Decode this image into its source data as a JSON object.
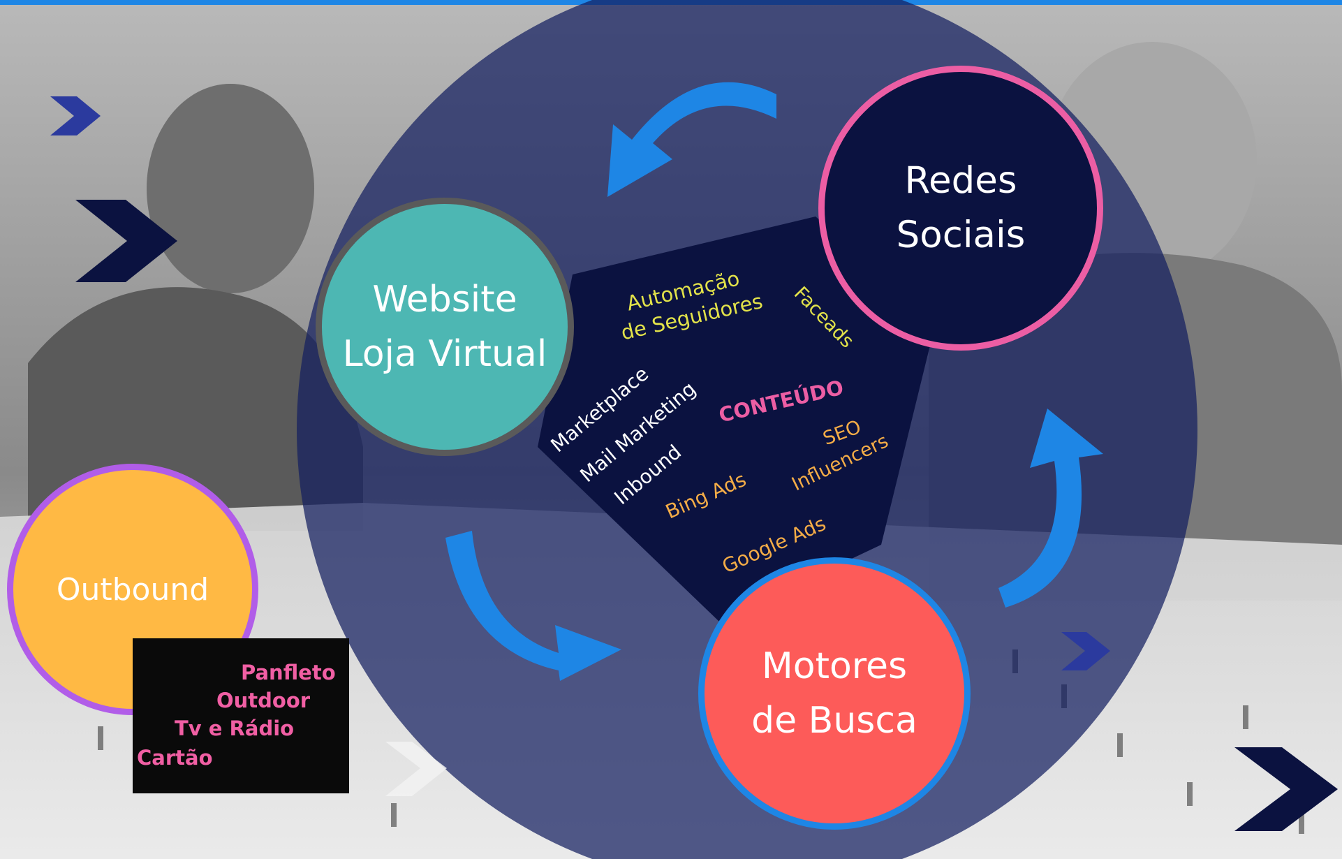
{
  "colors": {
    "accent_blue": "#1e86e5",
    "navy": "#0b1240",
    "teal": "#4db7b3",
    "orange": "#ffb944",
    "coral": "#fd5b59",
    "pink": "#f15fa4",
    "purple": "#b15de8",
    "yellow": "#e2e24a",
    "amber": "#f4ac47"
  },
  "circles": {
    "website": "Website\nLoja Virtual",
    "redes": "Redes\nSociais",
    "motores": "Motores\nde Busca",
    "outbound": "Outbound"
  },
  "keywords": {
    "automacao": "Automação",
    "seguidores": "de Seguidores",
    "faceads": "Faceads",
    "marketplace": "Marketplace",
    "mail_marketing": "Mail Marketing",
    "inbound": "Inbound",
    "conteudo": "CONTEÚDO",
    "seo": "SEO",
    "influencers": "Influencers",
    "bing_ads": "Bing Ads",
    "google_ads": "Google Ads"
  },
  "outbound_list": [
    "Panfleto",
    "Outdoor",
    "Tv e Rádio",
    "Cartão"
  ],
  "icons": [
    "cycle-arrow-icon",
    "chevron-right-icon"
  ]
}
